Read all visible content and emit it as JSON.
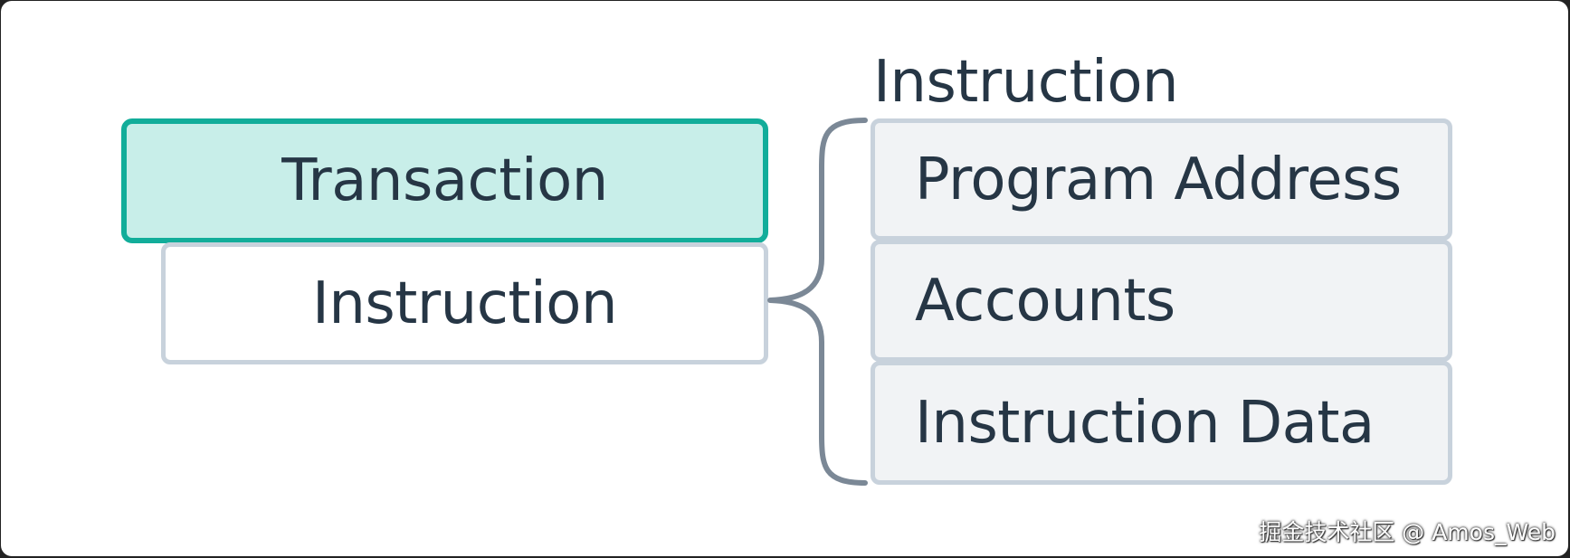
{
  "diagram": {
    "transaction_label": "Transaction",
    "instruction_label": "Instruction",
    "instruction_heading": "Instruction",
    "instruction_parts": [
      "Program Address",
      "Accounts",
      "Instruction Data"
    ]
  },
  "watermark": "掘金技术社区 @ Amos_Web",
  "colors": {
    "transaction_fill": "#c8eee9",
    "transaction_border": "#12ad9a",
    "box_border": "#c8d2dc",
    "part_fill": "#f1f3f5",
    "brace": "#7b8896",
    "text": "#263645"
  }
}
